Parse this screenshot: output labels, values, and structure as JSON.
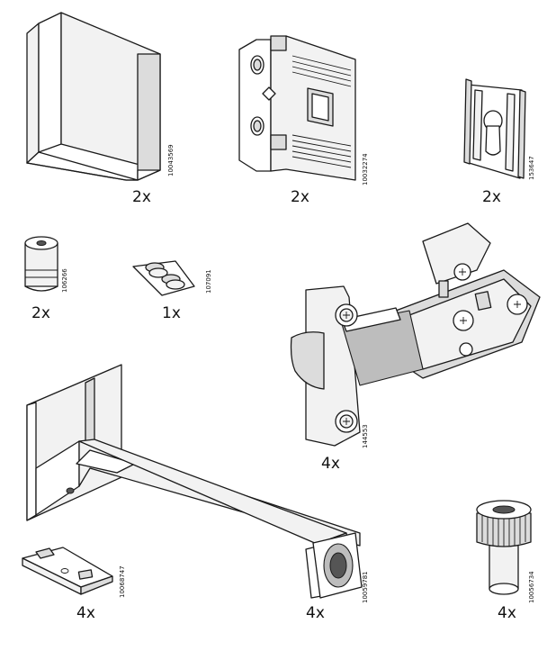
{
  "parts": [
    {
      "id": "panel",
      "code": "10043569",
      "quantity": "2x"
    },
    {
      "id": "bracket",
      "code": "10032274",
      "quantity": "2x"
    },
    {
      "id": "keyhole-plate",
      "code": "153647",
      "quantity": "2x"
    },
    {
      "id": "cam-dowel",
      "code": "106266",
      "quantity": "2x"
    },
    {
      "id": "adhesive-pads",
      "code": "107091",
      "quantity": "1x"
    },
    {
      "id": "hinge",
      "code": "144553",
      "quantity": "4x"
    },
    {
      "id": "leg-bracket",
      "code": "",
      "quantity": ""
    },
    {
      "id": "clip-plate",
      "code": "10068747",
      "quantity": "4x"
    },
    {
      "id": "leg-tube",
      "code": "10059781",
      "quantity": "4x"
    },
    {
      "id": "threaded-dowel",
      "code": "10056734",
      "quantity": "4x"
    }
  ],
  "colors": {
    "line": "#1a1a1a",
    "light_fill": "#f2f2f2",
    "mid_fill": "#dcdcdc",
    "dark_fill": "#bdbdbd"
  }
}
